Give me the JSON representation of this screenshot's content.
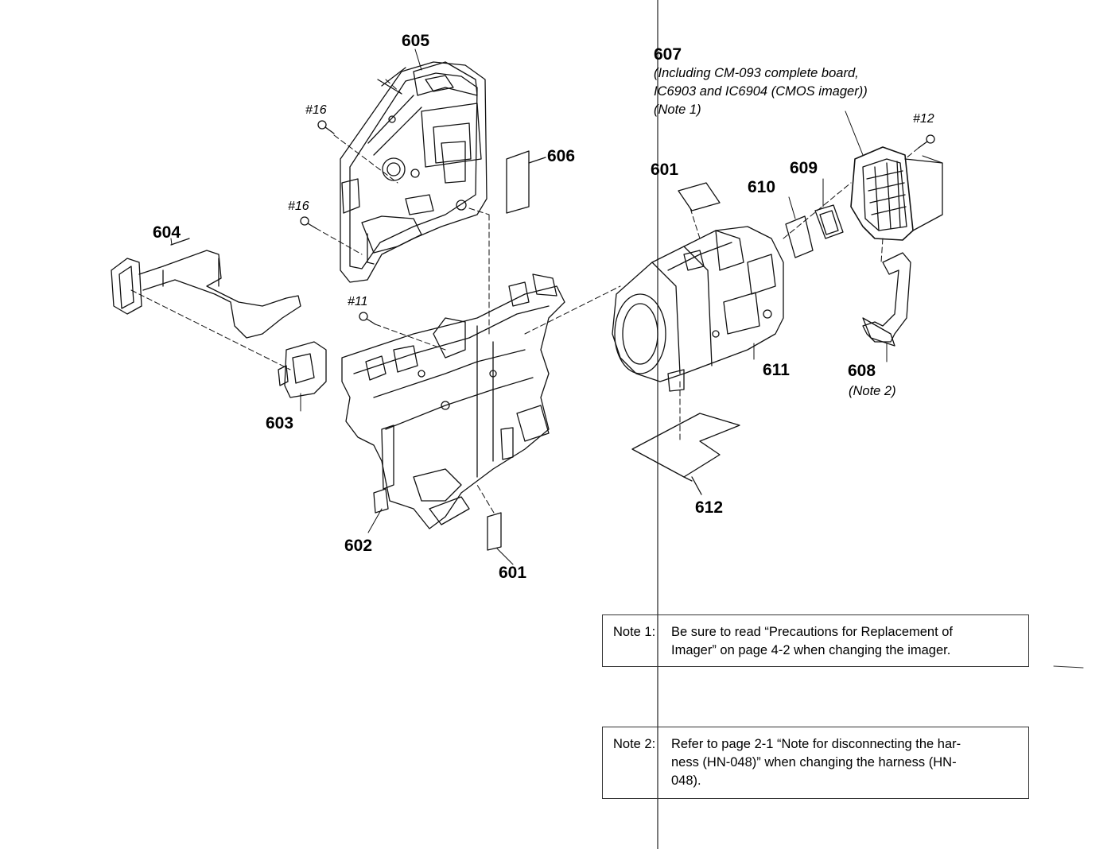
{
  "parts": {
    "p601_top": "601",
    "p601_bottom": "601",
    "p602": "602",
    "p603": "603",
    "p604": "604",
    "p605": "605",
    "p606": "606",
    "p607": "607",
    "p608": "608",
    "p609": "609",
    "p610": "610",
    "p611": "611",
    "p612": "612"
  },
  "screws": {
    "s16_top": "#16",
    "s16_mid": "#16",
    "s11": "#11",
    "s12": "#12"
  },
  "p607_desc": {
    "line1": "(Including CM-093 complete board,",
    "line2": "IC6903 and IC6904 (CMOS imager))",
    "line3": "(Note 1)"
  },
  "p608_note": "(Note 2)",
  "notes": [
    {
      "label": "Note 1:",
      "lines": [
        "Be sure to read “Precautions for Replacement of",
        "Imager” on page 4-2 when changing the imager."
      ]
    },
    {
      "label": "Note 2:",
      "lines": [
        "Refer to page 2-1 “Note for disconnecting the har-",
        "ness (HN-048)” when changing the harness (HN-",
        "048)."
      ]
    }
  ]
}
